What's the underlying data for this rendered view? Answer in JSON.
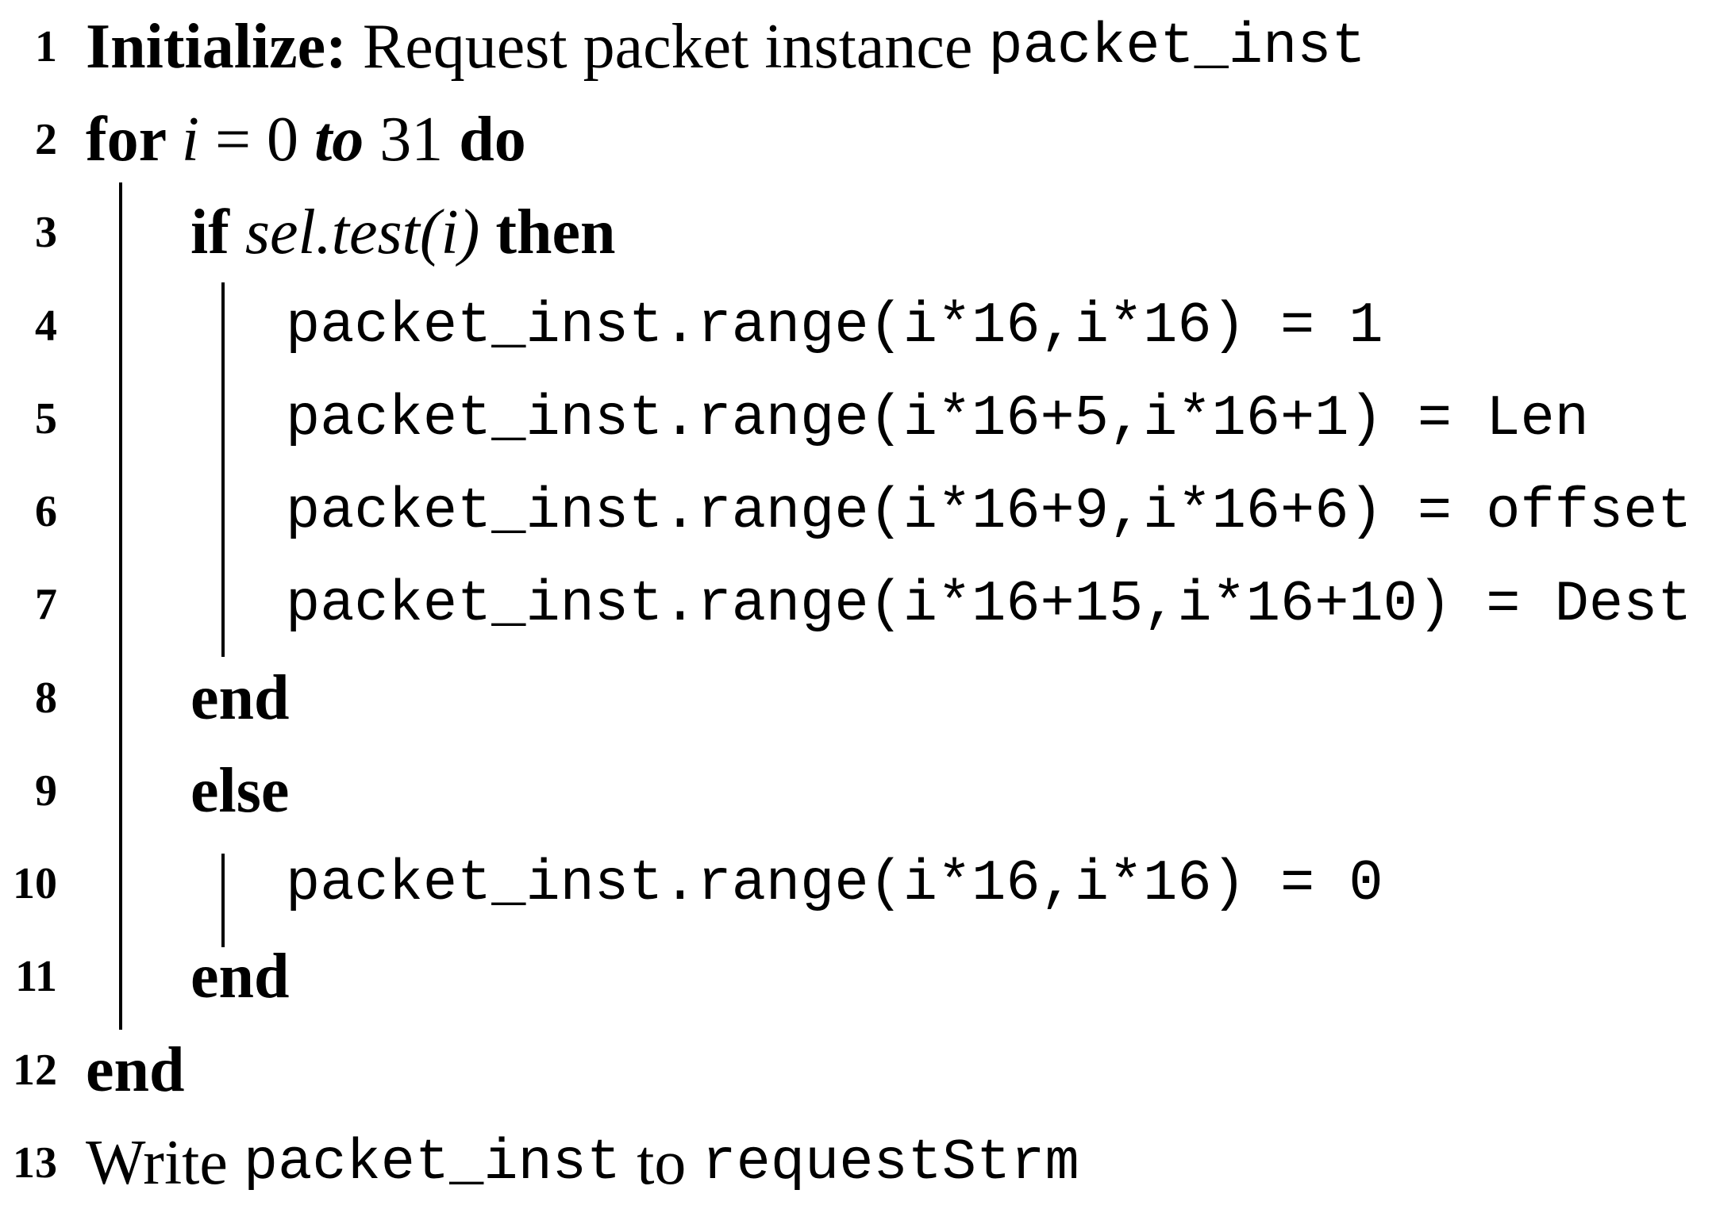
{
  "algorithm": {
    "lines": [
      {
        "num": "1",
        "seg0": "Initialize:",
        "seg1": " Request packet instance ",
        "seg2": "packet_inst"
      },
      {
        "num": "2",
        "seg0": "for ",
        "seg1": "i",
        "seg2": " = 0 ",
        "seg3": "to",
        "seg4": " 31 ",
        "seg5": "do"
      },
      {
        "num": "3",
        "seg0": "if ",
        "seg1": "sel.test(i)",
        "seg2": " then"
      },
      {
        "num": "4",
        "seg0": "packet_inst.range(i*16,i*16) = 1"
      },
      {
        "num": "5",
        "seg0": "packet_inst.range(i*16+5,i*16+1) = Len"
      },
      {
        "num": "6",
        "seg0": "packet_inst.range(i*16+9,i*16+6) = offset"
      },
      {
        "num": "7",
        "seg0": "packet_inst.range(i*16+15,i*16+10) = Dest"
      },
      {
        "num": "8",
        "seg0": "end"
      },
      {
        "num": "9",
        "seg0": "else"
      },
      {
        "num": "10",
        "seg0": "packet_inst.range(i*16,i*16) = 0"
      },
      {
        "num": "11",
        "seg0": "end"
      },
      {
        "num": "12",
        "seg0": "end"
      },
      {
        "num": "13",
        "seg0": "Write ",
        "seg1": "packet_inst",
        "seg2": " to ",
        "seg3": "requestStrm"
      }
    ]
  }
}
